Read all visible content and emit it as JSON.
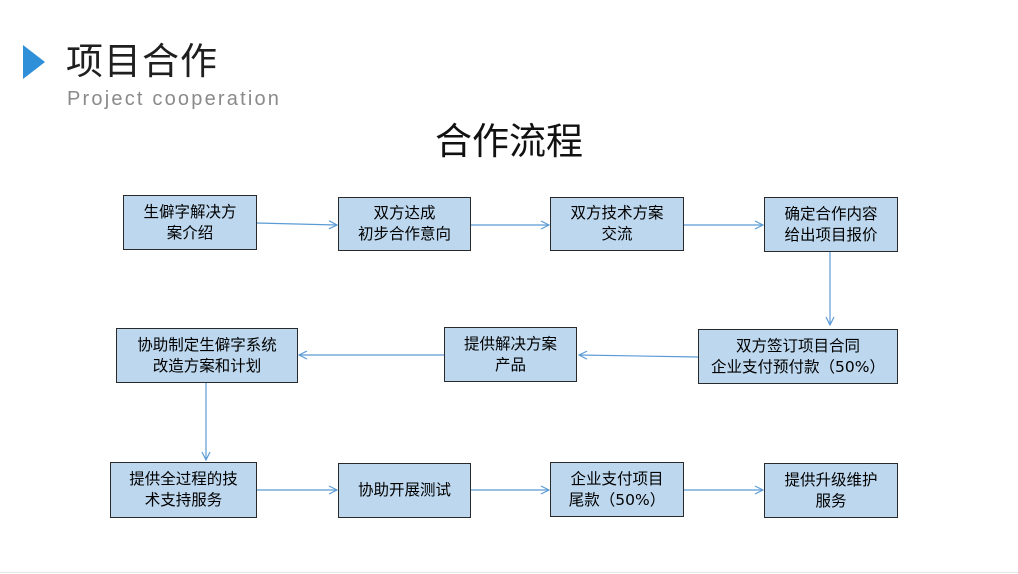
{
  "header": {
    "title": "项目合作",
    "subtitle": "Project cooperation"
  },
  "flowchart": {
    "title": "合作流程",
    "steps": [
      "生僻字解决方\n案介绍",
      "双方达成\n初步合作意向",
      "双方技术方案\n交流",
      "确定合作内容\n给出项目报价",
      "双方签订项目合同\n企业支付预付款（50%）",
      "提供解决方案\n产品",
      "协助制定生僻字系统\n改造方案和计划",
      "提供全过程的技\n术支持服务",
      "协助开展测试",
      "企业支付项目\n尾款（50%）",
      "提供升级维护\n服务"
    ]
  },
  "colors": {
    "accent": "#2f8fd8",
    "box_fill": "#bdd7ee",
    "connector": "#5b9bd5"
  }
}
